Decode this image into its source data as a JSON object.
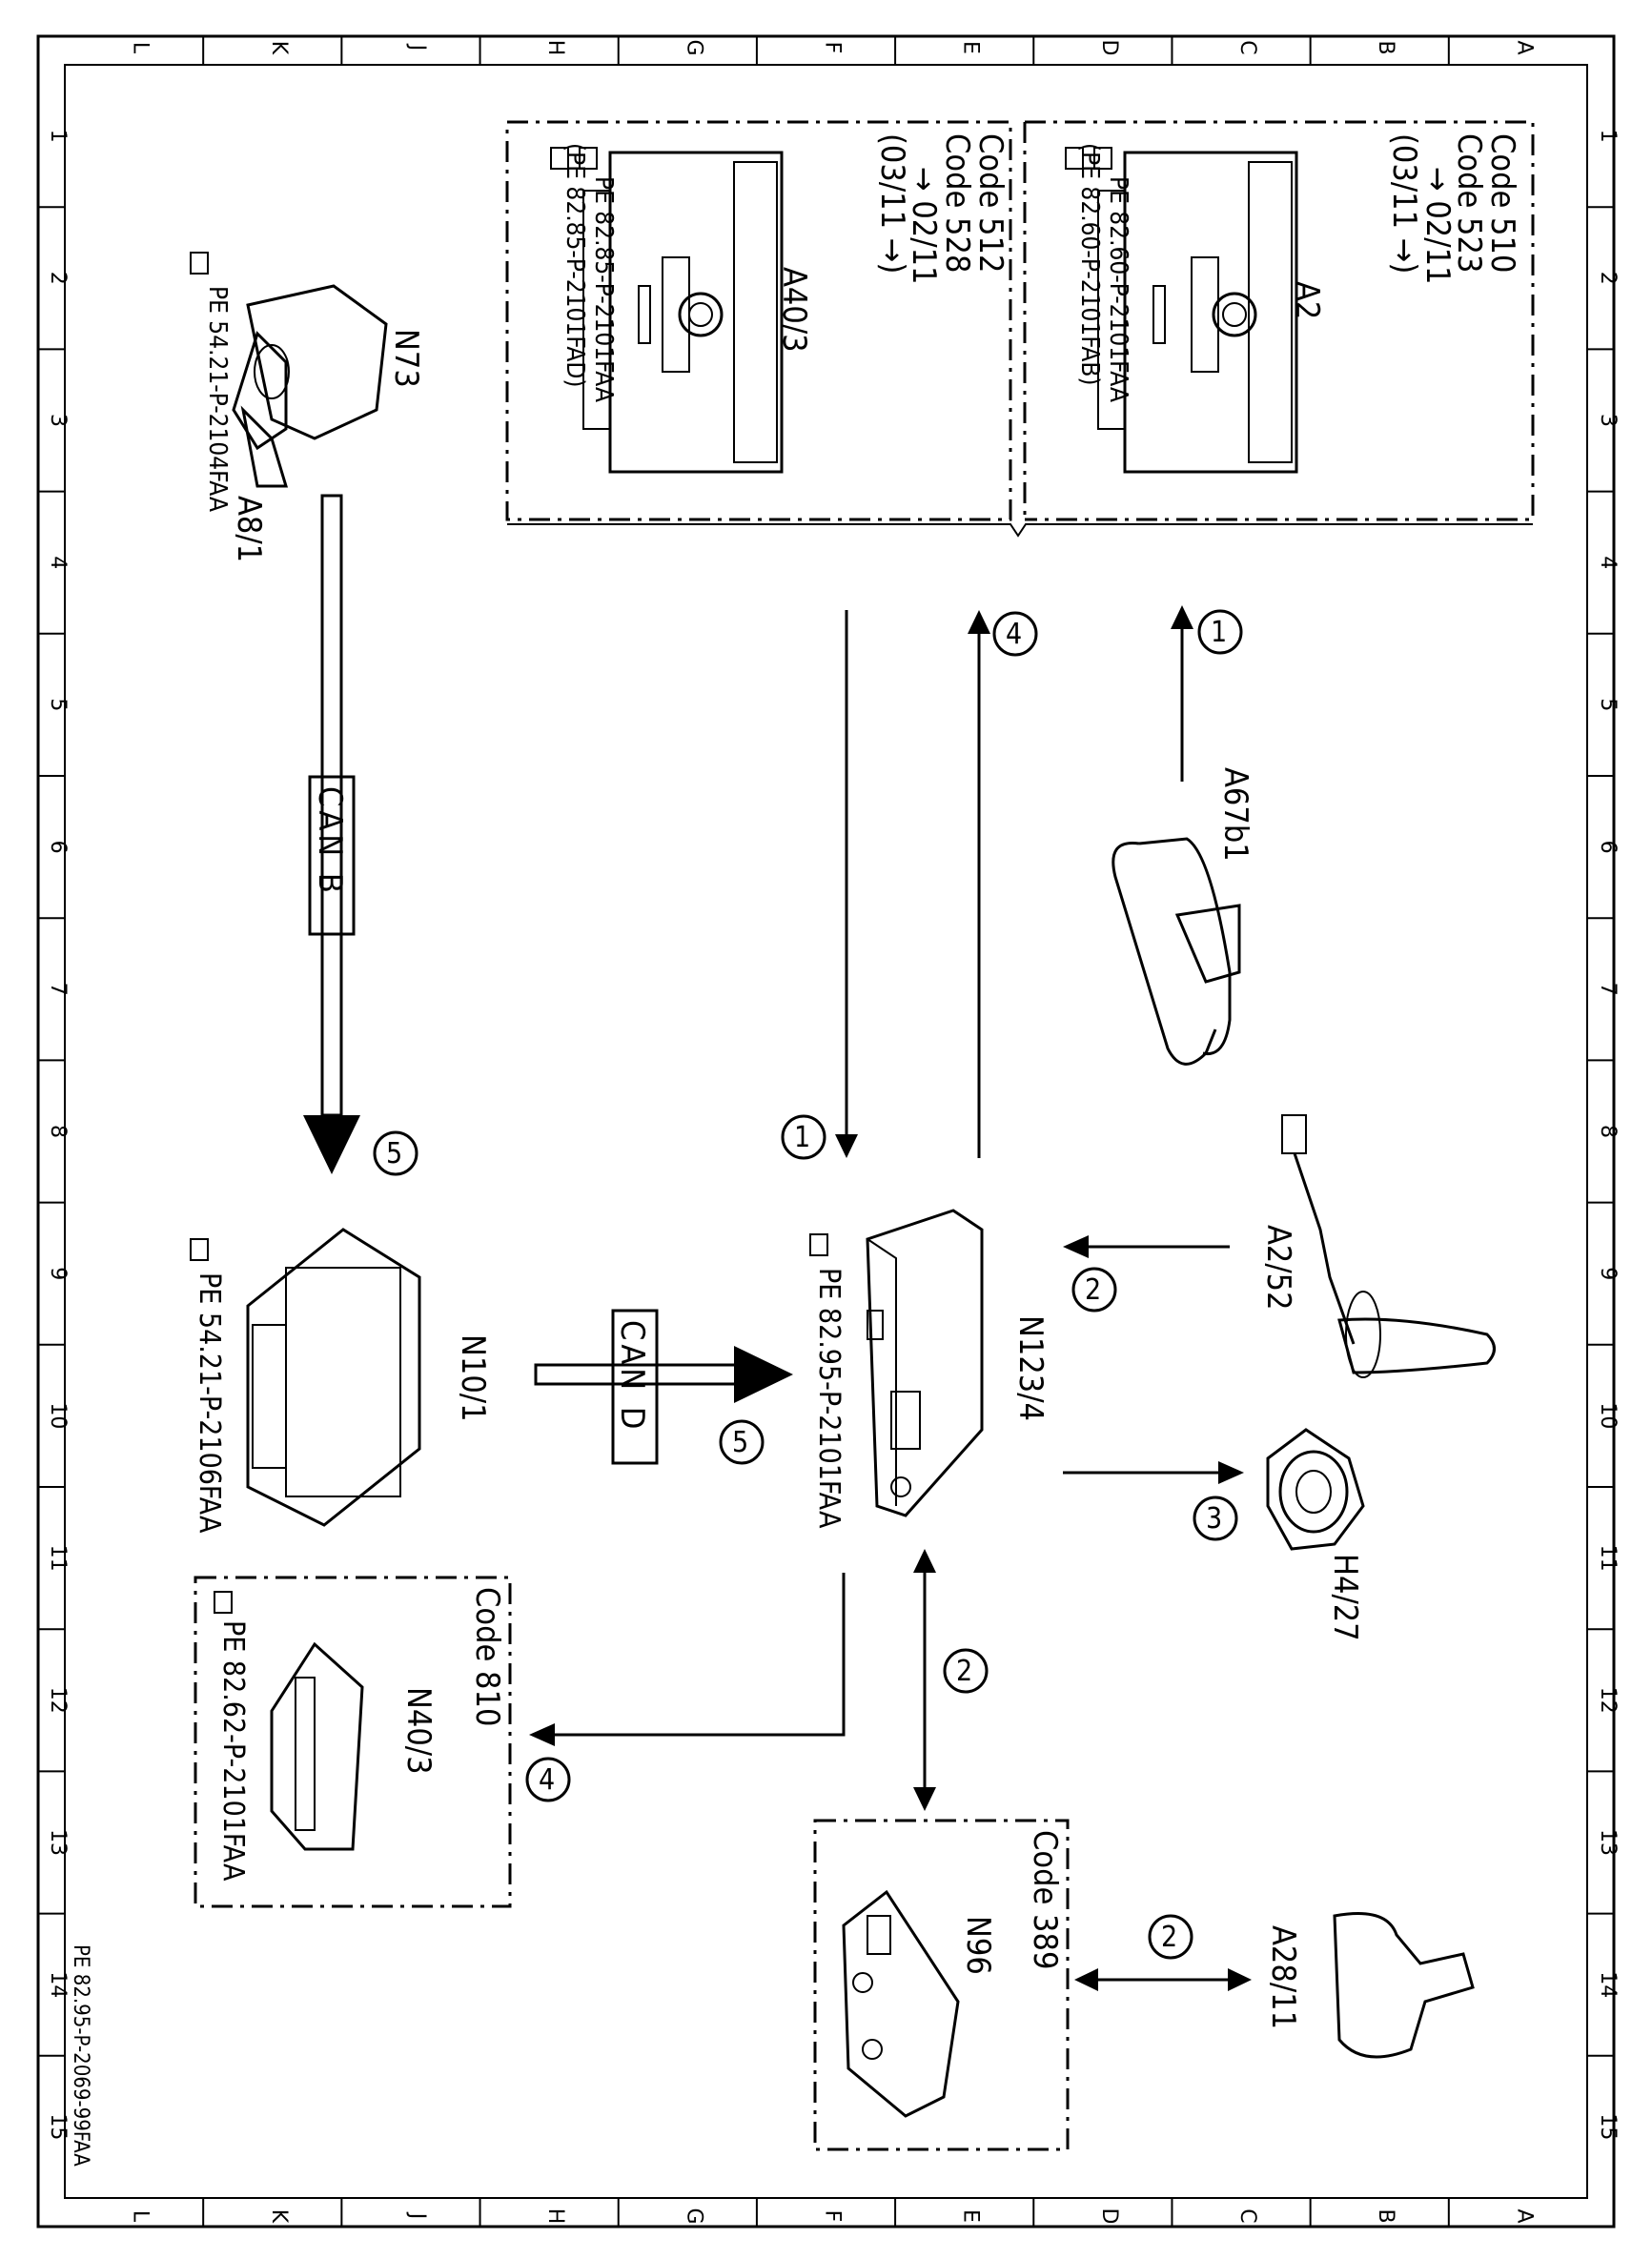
{
  "grid": {
    "columns": [
      "L",
      "K",
      "J",
      "H",
      "G",
      "F",
      "E",
      "D",
      "C",
      "B",
      "A"
    ],
    "rows": [
      "1",
      "2",
      "3",
      "4",
      "5",
      "6",
      "7",
      "8",
      "9",
      "10",
      "11",
      "12",
      "13",
      "14",
      "15"
    ]
  },
  "footer_ref": "PE 82.95-P-2069-99FAA",
  "a2_box": {
    "code1": "Code 510",
    "code2": "Code 523",
    "date1": "→ 02/11",
    "date2": "(03/11 →)",
    "label": "A2",
    "ref1": "PE 82.60-P-2101FAA",
    "ref2": "(PE 82.60-P-2101FAB)"
  },
  "a40_box": {
    "code1": "Code 512",
    "code2": "Code 528",
    "date1": "→ 02/11",
    "date2": "(03/11 →)",
    "label": "A40/3",
    "ref1": "PE 82.85-P-2101FAA",
    "ref2": "(PE 82.85-P-2101FAD)"
  },
  "n73": {
    "label": "N73",
    "sublabel": "A8/1",
    "ref": "PE 54.21-P-2104FAA"
  },
  "can_b": "CAN B",
  "can_d": "CAN D",
  "a67b1": {
    "label": "A67b1"
  },
  "a2_52": {
    "label": "A2/52"
  },
  "h4_27": {
    "label": "H4/27"
  },
  "a28_11": {
    "label": "A28/11"
  },
  "n123": {
    "label": "N123/4",
    "ref": "PE 82.95-P-2101FAA"
  },
  "n10": {
    "label": "N10/1",
    "ref": "PE 54.21-P-2106FAA"
  },
  "n40_box": {
    "code": "Code 810",
    "label": "N40/3",
    "ref": "PE 82.62-P-2101FAA"
  },
  "n96_box": {
    "code": "Code 389",
    "label": "N96"
  },
  "markers": {
    "m1_top": "1",
    "m4_top": "4",
    "m1_center": "1",
    "m5_left": "5",
    "m2_a252": "2",
    "m3_h427": "3",
    "m5_cand": "5",
    "m2_vertical": "2",
    "m4_n40": "4",
    "m2_a2811": "2"
  }
}
